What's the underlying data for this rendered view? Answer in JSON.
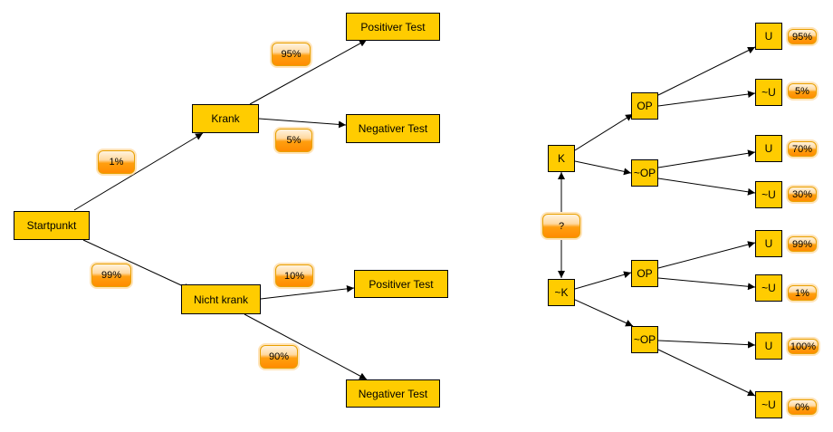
{
  "left_tree": {
    "nodes": {
      "start": "Startpunkt",
      "krank": "Krank",
      "nicht_krank": "Nicht krank",
      "krank_pos": "Positiver Test",
      "krank_neg": "Negativer Test",
      "nk_pos": "Positiver Test",
      "nk_neg": "Negativer Test"
    },
    "probabilities": {
      "p_krank": "1%",
      "p_nicht_krank": "99%",
      "p_krank_pos": "95%",
      "p_krank_neg": "5%",
      "p_nk_pos": "10%",
      "p_nk_neg": "90%"
    }
  },
  "right_tree": {
    "nodes": {
      "root": "?",
      "k": "K",
      "not_k": "~K",
      "k_op": "OP",
      "k_not_op": "~OP",
      "nk_op": "OP",
      "nk_not_op": "~OP",
      "k_op_u": "U",
      "k_op_nu": "~U",
      "k_nop_u": "U",
      "k_nop_nu": "~U",
      "nk_op_u": "U",
      "nk_op_nu": "~U",
      "nk_nop_u": "U",
      "nk_nop_nu": "~U"
    },
    "probabilities": {
      "k_op_u": "95%",
      "k_op_nu": "5%",
      "k_nop_u": "70%",
      "k_nop_nu": "30%",
      "nk_op_u": "99%",
      "nk_op_nu": "1%",
      "nk_nop_u": "100%",
      "nk_nop_nu": "0%"
    }
  },
  "colors": {
    "node_fill": "#ffcc00",
    "pill_fill": "#ff9f10",
    "edge": "#000000"
  }
}
